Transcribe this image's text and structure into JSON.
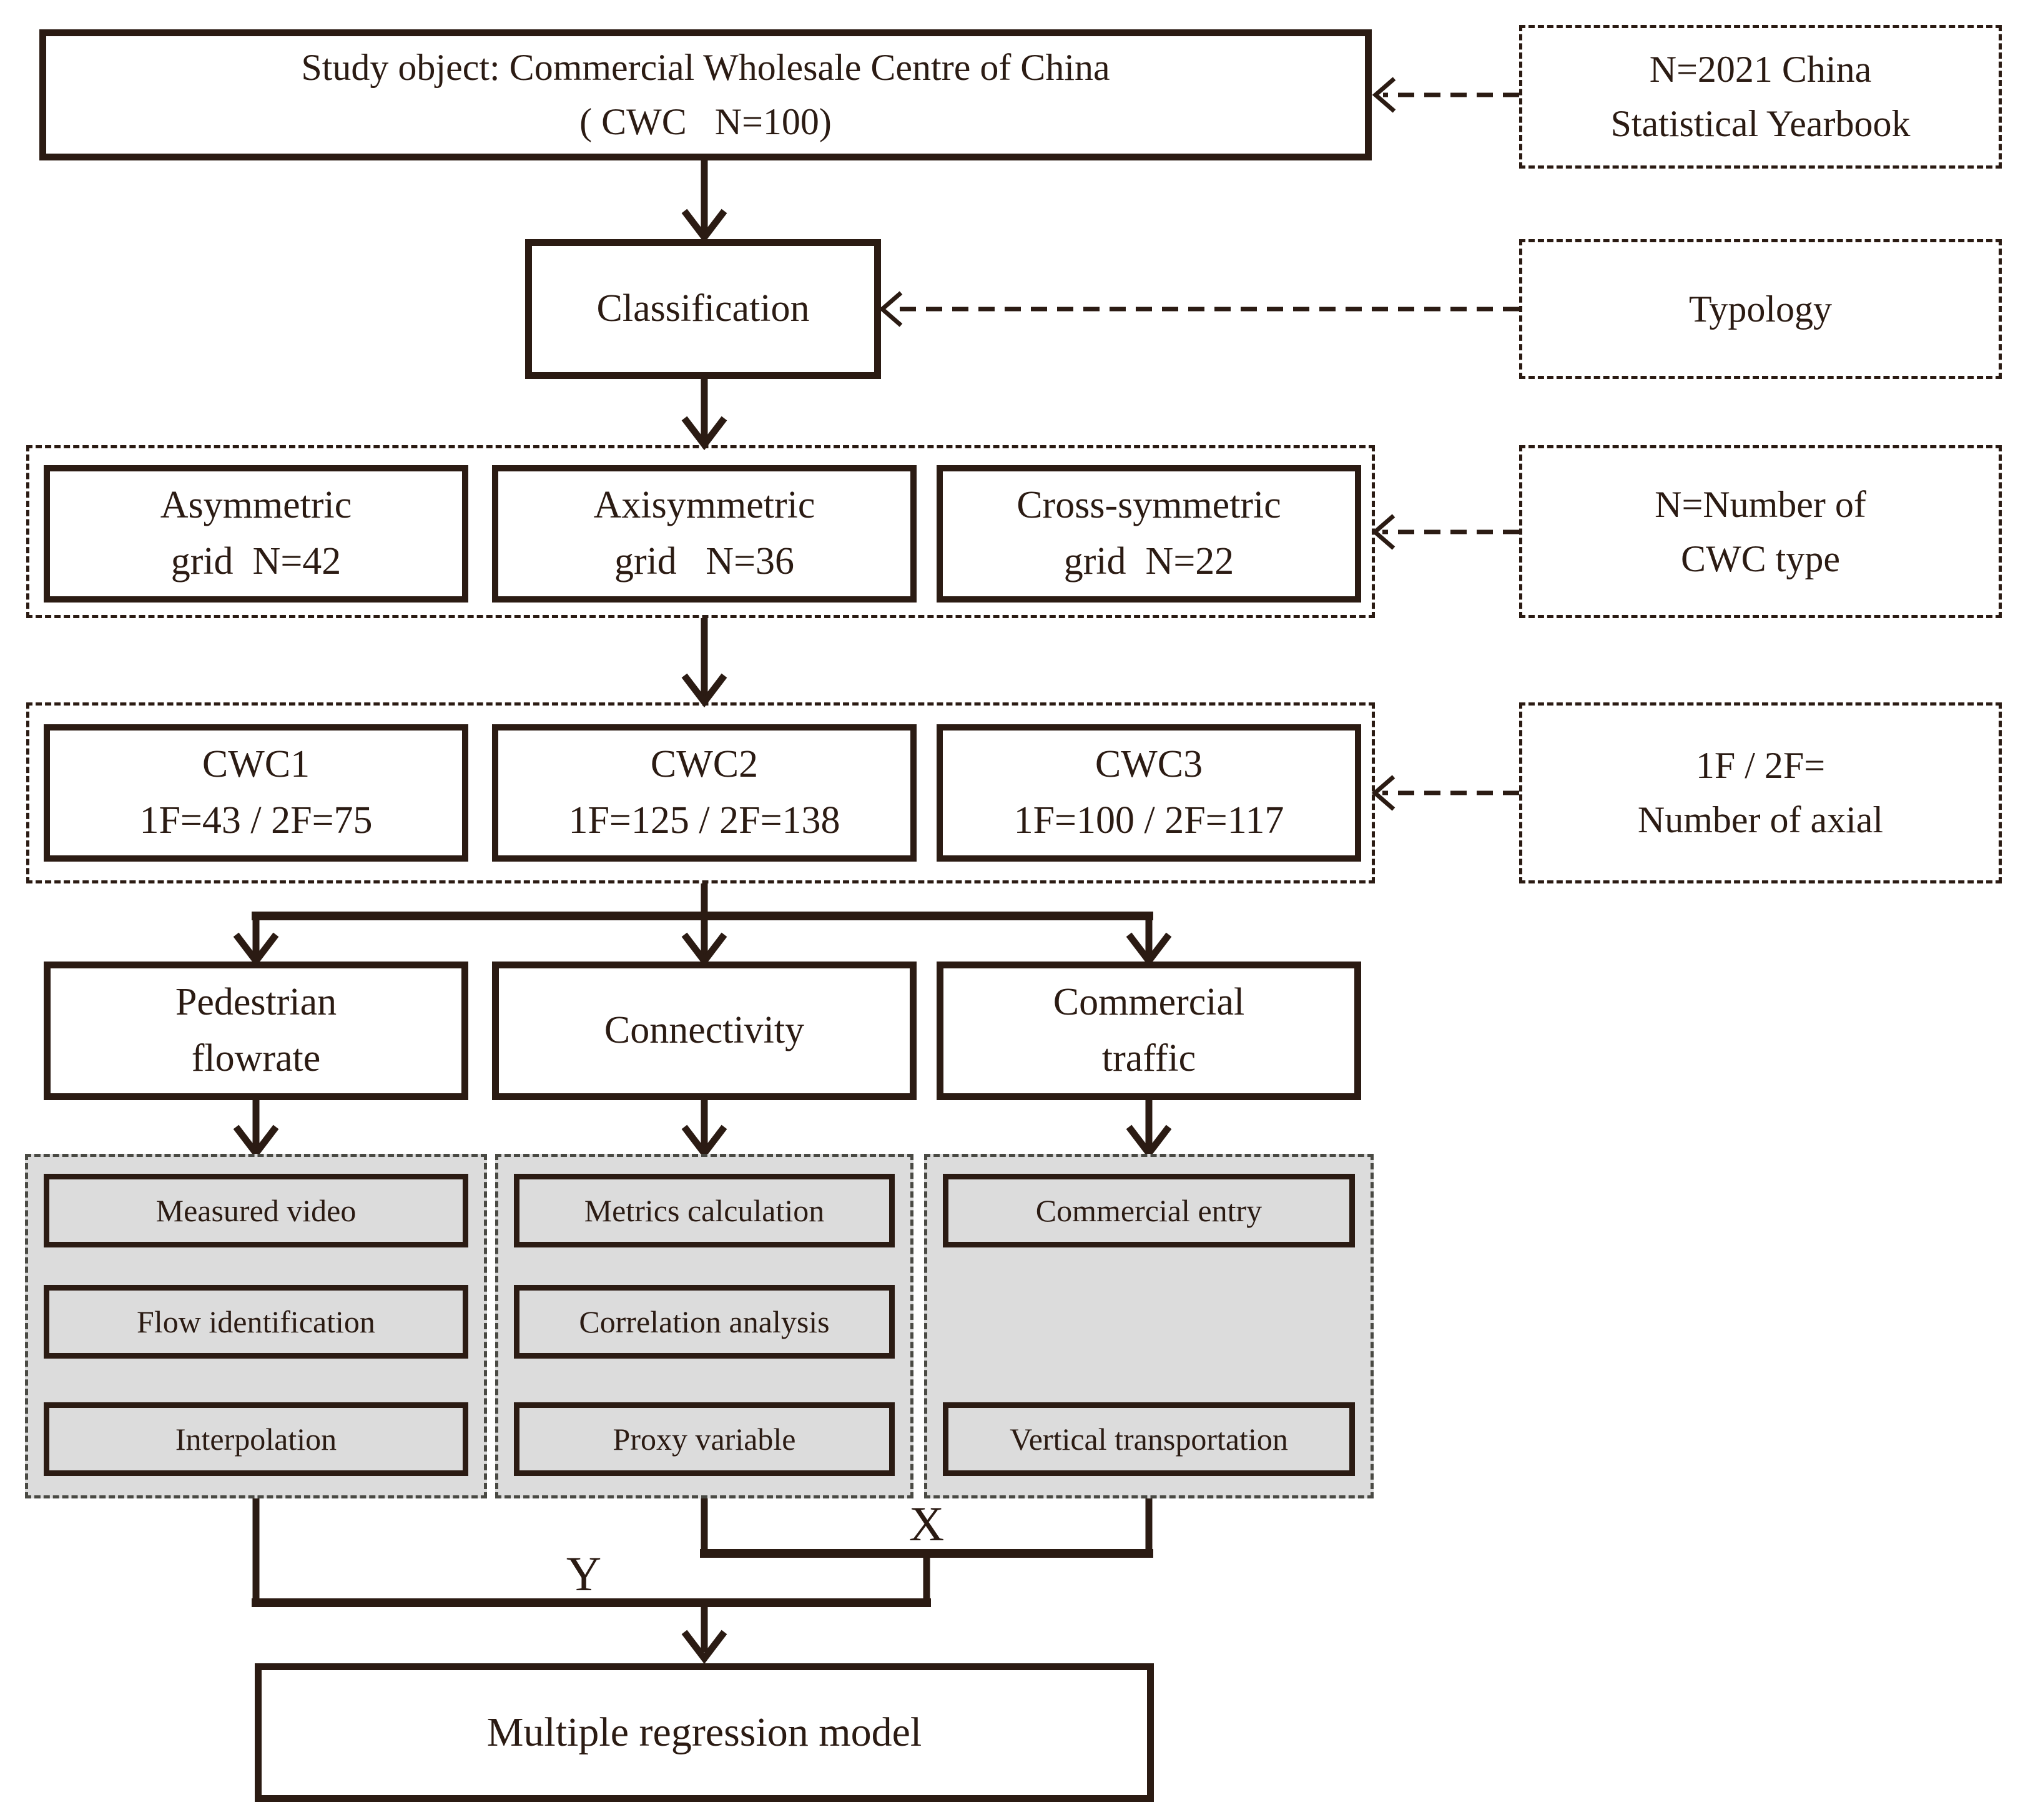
{
  "colors": {
    "ink": "#2b1b13",
    "panel_gray": "#dcdcdc",
    "background": "#ffffff"
  },
  "diagram": {
    "study_object": "Study object: Commercial Wholesale Centre of China\n( CWC   N=100)",
    "classification": "Classification",
    "grid_types": [
      "Asymmetric\ngrid  N=42",
      "Axisymmetric\ngrid   N=36",
      "Cross-symmetric\ngrid  N=22"
    ],
    "cwc_groups": [
      "CWC1\n1F=43 / 2F=75",
      "CWC2\n1F=125 / 2F=138",
      "CWC3\n1F=100 / 2F=117"
    ],
    "measures": [
      "Pedestrian\nflowrate",
      "Connectivity",
      "Commercial\ntraffic"
    ],
    "pedestrian_pipeline": [
      "Measured video",
      "Flow identification",
      "Interpolation"
    ],
    "connectivity_pipeline": [
      "Metrics calculation",
      "Correlation analysis",
      "Proxy variable"
    ],
    "commercial_pipeline": [
      "Commercial entry",
      "Vertical transportation"
    ],
    "x_label": "X",
    "y_label": "Y",
    "regression": "Multiple regression model",
    "side_notes": [
      "N=2021 China\nStatistical Yearbook",
      "Typology",
      "N=Number of\nCWC type",
      "1F / 2F=\nNumber of axial"
    ]
  }
}
